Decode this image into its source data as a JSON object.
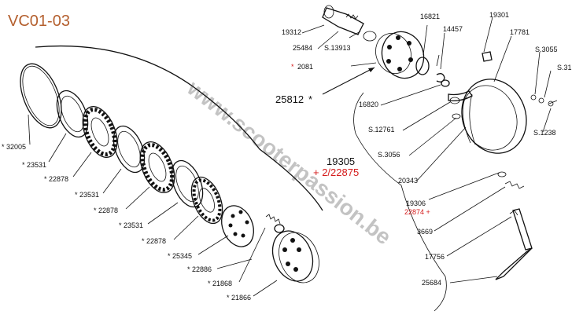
{
  "diagram": {
    "code": "VC01-03",
    "watermark": "www.scooterpassion.be",
    "colors": {
      "title": "#b45f2e",
      "highlight": "#d51b1b",
      "ink": "#111111",
      "watermark": "#b0b0b0"
    },
    "group_main": {
      "number": "25812",
      "marker": "*"
    },
    "group_assembly": {
      "number": "19305",
      "alt_number": "+ 2/22875"
    },
    "labels": {
      "l32005": "32005",
      "l23531a": "23531",
      "l22878a": "22878",
      "l23531b": "23531",
      "l22878b": "22878",
      "l23531c": "23531",
      "l22878c": "22878",
      "l25345": "25345",
      "l22886": "22886",
      "l21868": "21868",
      "l21866": "21866",
      "l19312": "19312",
      "l25484": "25484",
      "lS13913": "S.13913",
      "l16821": "16821",
      "l14457": "14457",
      "l19301": "19301",
      "l17781": "17781",
      "lS3055": "S.3055",
      "lS31": "S.31",
      "l2081": "2081",
      "l16820": "16820",
      "lS12761": "S.12761",
      "lS3056": "S.3056",
      "l20343": "20343",
      "lS1238": "S.1238",
      "l19306": "19306",
      "l22874": "22874 +",
      "l3669": "3669",
      "l17756": "17756",
      "l25684": "25684"
    }
  }
}
